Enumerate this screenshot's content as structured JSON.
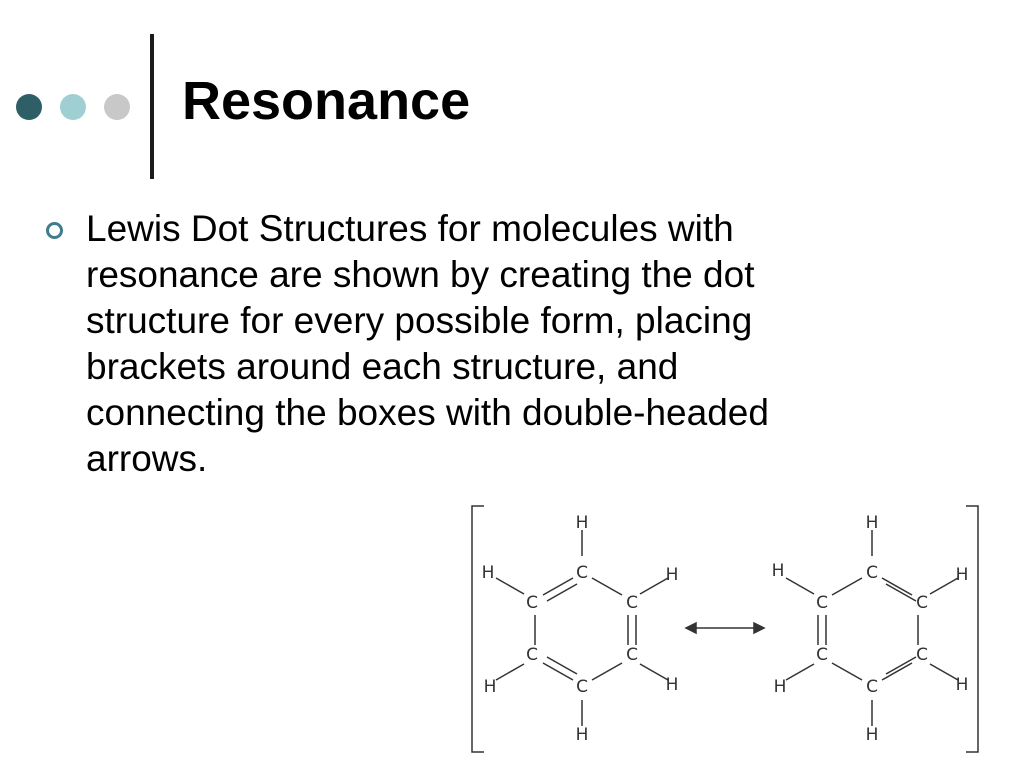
{
  "slide": {
    "title": "Resonance",
    "bullets": [
      "Lewis Dot Structures for molecules with resonance are shown by creating the dot structure for every possible form, placing brackets around each structure, and connecting the boxes with double-headed arrows."
    ]
  },
  "decoration": {
    "dot_colors": [
      "#2f5f66",
      "#9fcfd2",
      "#c8c8c8"
    ],
    "divider_color": "#1a1a1a",
    "bullet_icon_color": "#3f7d8c"
  },
  "diagram": {
    "atom_labels": {
      "carbon": "C",
      "hydrogen": "H"
    },
    "arrow": "double-headed-arrow-icon"
  }
}
